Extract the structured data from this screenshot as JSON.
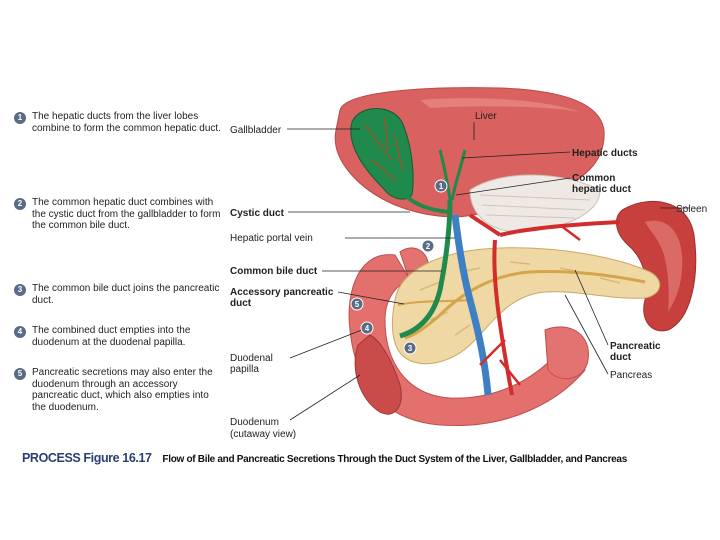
{
  "steps": [
    {
      "number": "1",
      "text": "The hepatic ducts from the liver lobes combine to form the common hepatic duct."
    },
    {
      "number": "2",
      "text": "The common hepatic duct combines with the cystic duct from the gallbladder to form the common bile duct."
    },
    {
      "number": "3",
      "text": "The common bile duct joins the pancreatic duct."
    },
    {
      "number": "4",
      "text": "The combined duct empties into the duodenum at the duodenal papilla."
    },
    {
      "number": "5",
      "text": "Pancreatic secretions may also enter the duodenum through an accessory pancreatic duct, which also empties into the duodenum."
    }
  ],
  "labels": {
    "gallbladder": "Gallbladder",
    "liver": "Liver",
    "hepatic_ducts": "Hepatic ducts",
    "common_hepatic_1": "Common",
    "common_hepatic_2": "hepatic duct",
    "spleen": "Spleen",
    "cystic_duct": "Cystic duct",
    "hepatic_portal_vein": "Hepatic portal vein",
    "common_bile_duct": "Common bile duct",
    "accessory_1": "Accessory pancreatic",
    "accessory_2": "duct",
    "duodenal_papilla_1": "Duodenal",
    "duodenal_papilla_2": "papilla",
    "pancreatic_duct_1": "Pancreatic",
    "pancreatic_duct_2": "duct",
    "pancreas": "Pancreas",
    "duodenum_1": "Duodenum",
    "duodenum_2": "(cutaway view)"
  },
  "markers": [
    "1",
    "2",
    "3",
    "4",
    "5"
  ],
  "caption": {
    "figure": "PROCESS Figure 16.17",
    "title": "Flow of Bile and Pancreatic Secretions Through the Duct System of the Liver, Gallbladder, and Pancreas"
  },
  "colors": {
    "step_badge": "#5a6b86",
    "caption_blue": "#2a3f73",
    "liver": "#d9615f",
    "gallbladder": "#1f8a4c",
    "pancreas": "#efd8a3",
    "artery": "#d22d2d",
    "vein": "#3f7fc4"
  }
}
